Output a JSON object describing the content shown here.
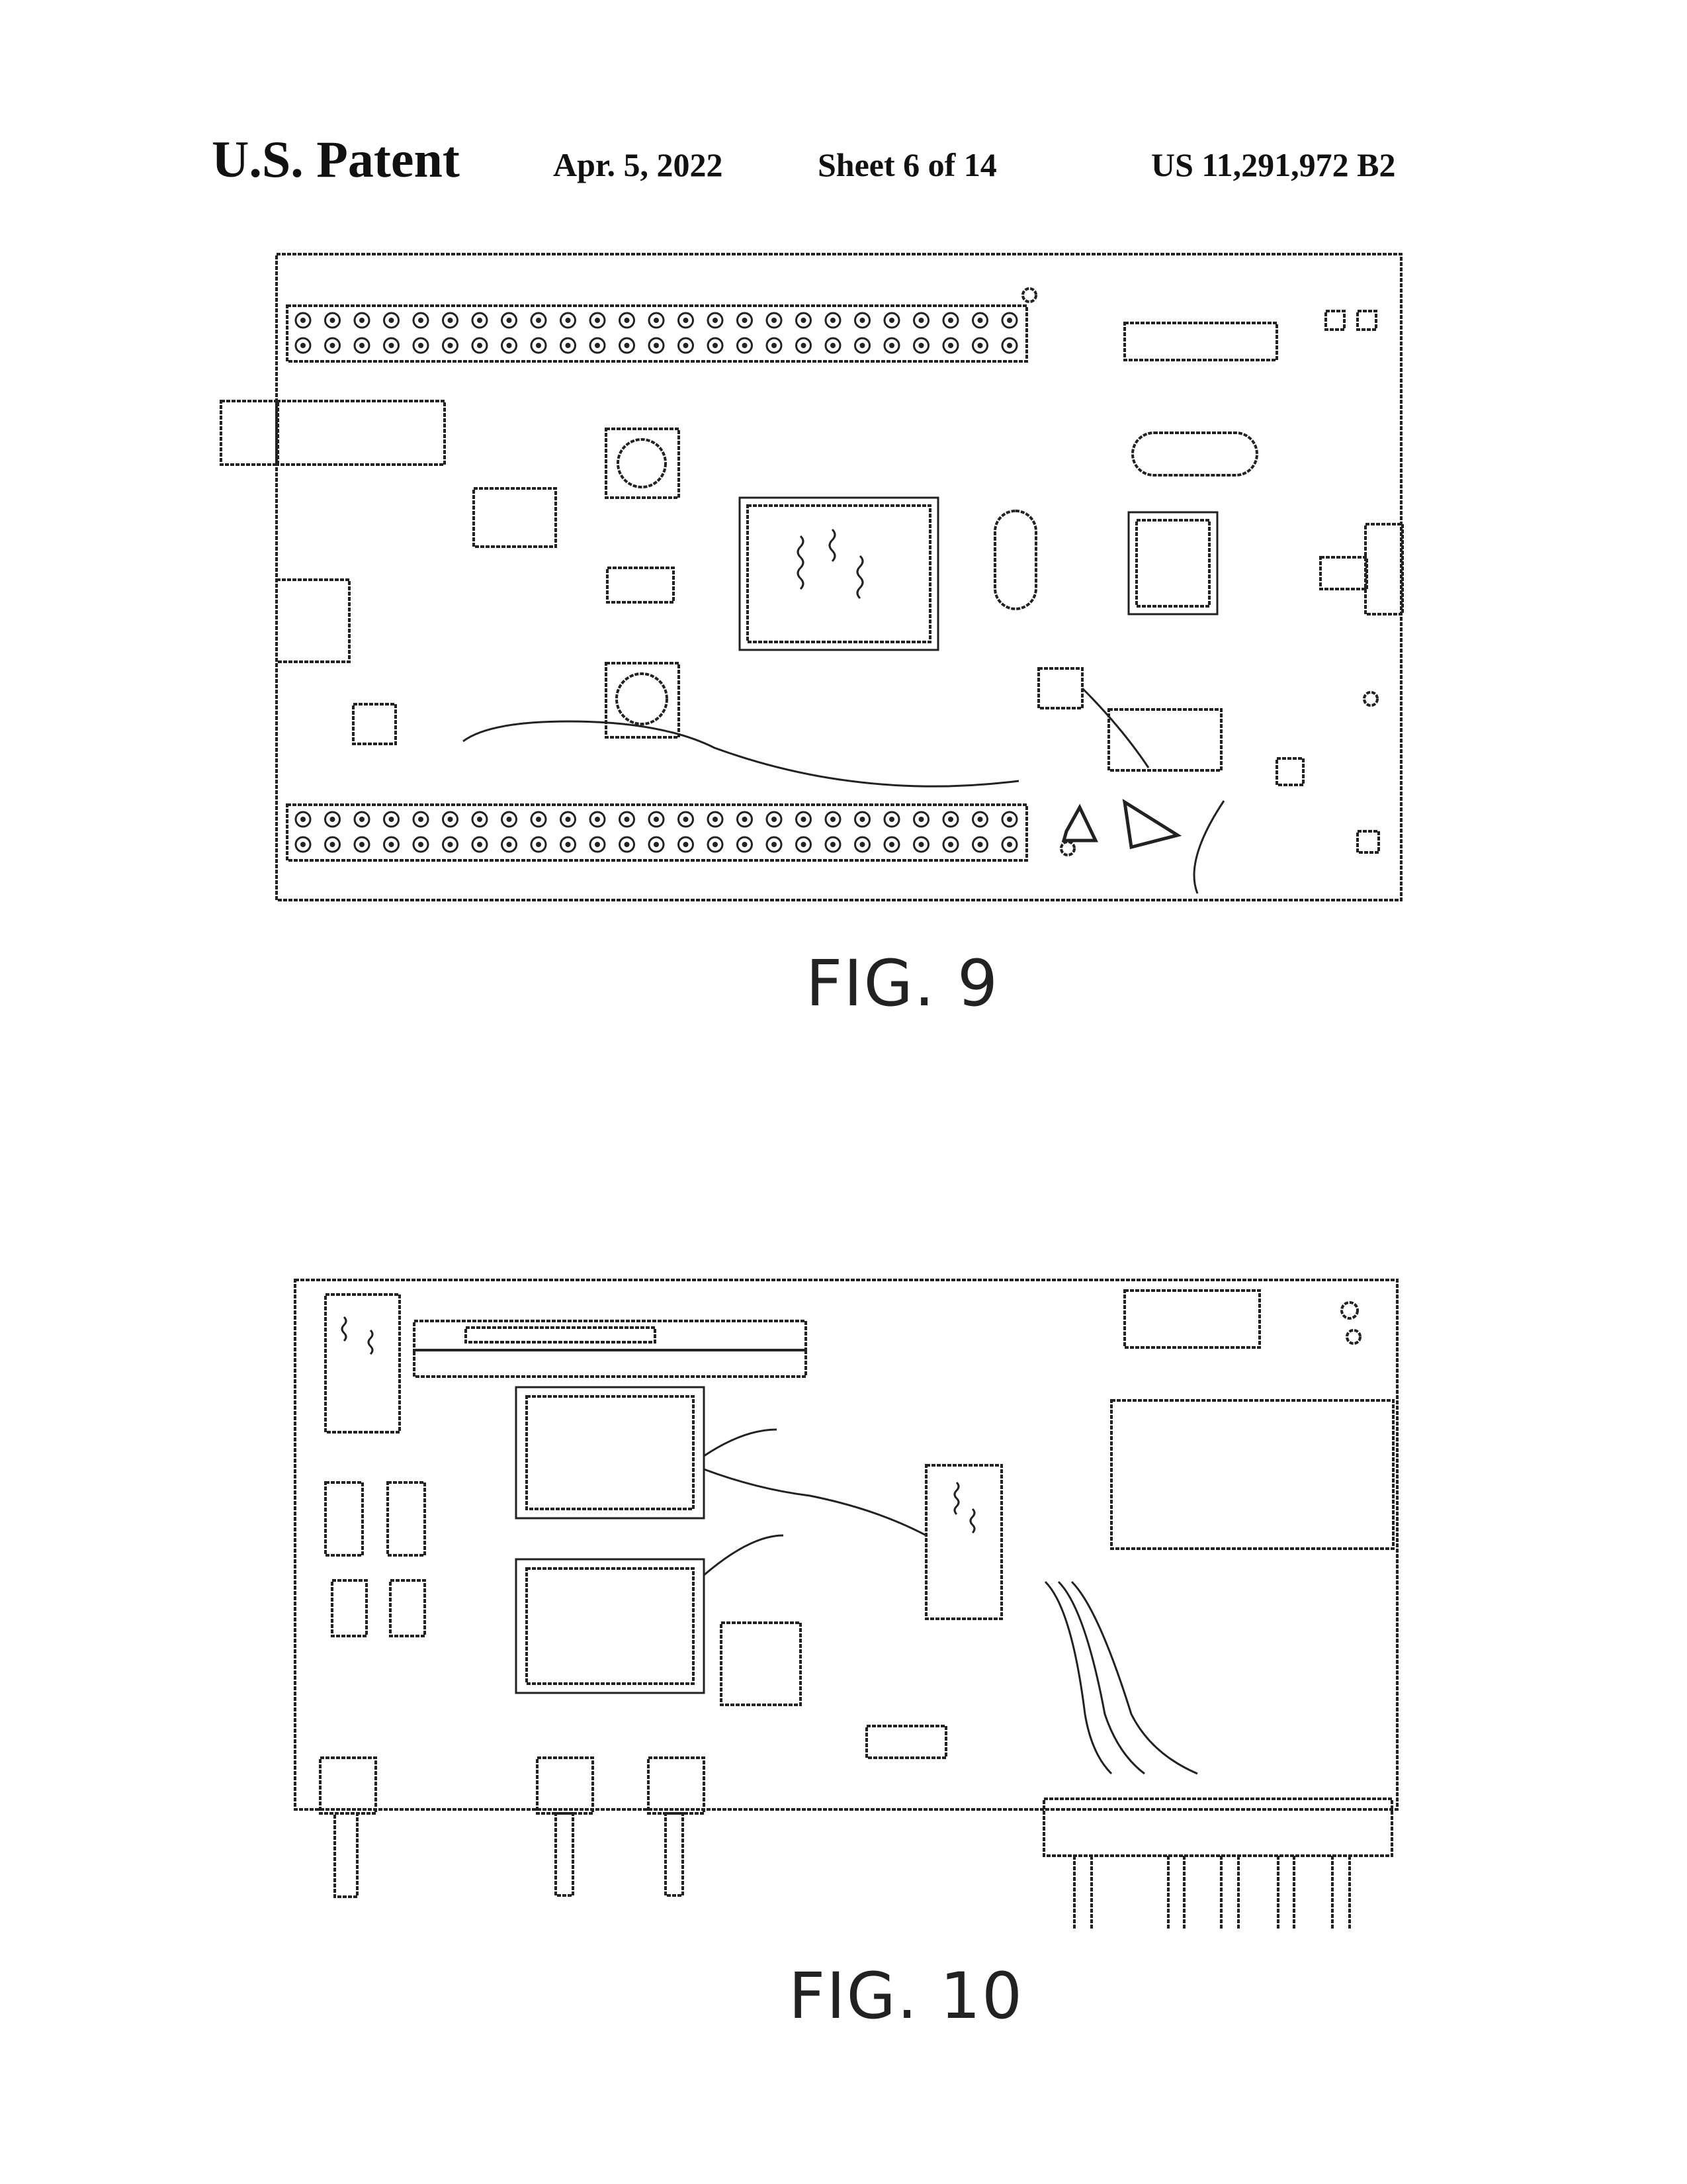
{
  "header": {
    "title": "U.S. Patent",
    "date": "Apr. 5, 2022",
    "sheet": "Sheet 6 of 14",
    "patent_number": "US 11,291,972 B2"
  },
  "figures": [
    {
      "label": "FIG. 9"
    },
    {
      "label": "FIG. 10"
    }
  ],
  "colors": {
    "ink": "#222222",
    "paper": "#ffffff"
  }
}
